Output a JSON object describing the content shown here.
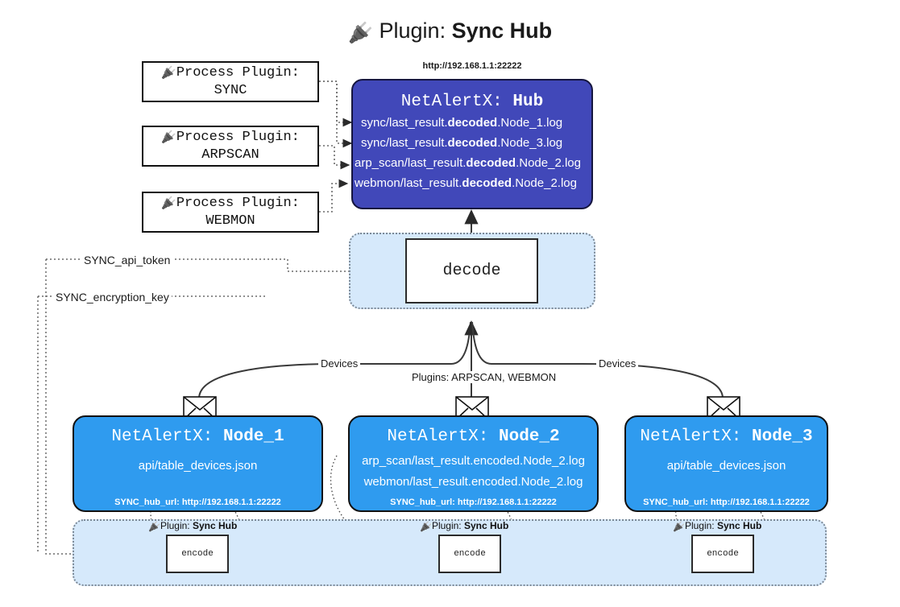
{
  "title": {
    "icon": "plug-icon",
    "prefix": "Plugin:",
    "name": "Sync Hub"
  },
  "process_plugins": [
    {
      "icon": "plug-icon",
      "header": "Process Plugin:",
      "name": "SYNC"
    },
    {
      "icon": "plug-icon",
      "header": "Process Plugin:",
      "name": "ARPSCAN"
    },
    {
      "icon": "plug-icon",
      "header": "Process Plugin:",
      "name": "WEBMON"
    }
  ],
  "hub": {
    "url": "http://192.168.1.1:22222",
    "title_prefix": "NetAlertX:",
    "title_name": "Hub",
    "logs": [
      {
        "pre": "sync/last_result.",
        "mid": "decoded",
        "post": ".Node_1.log"
      },
      {
        "pre": "sync/last_result.",
        "mid": "decoded",
        "post": ".Node_3.log"
      },
      {
        "pre": "arp_scan/last_result.",
        "mid": "decoded",
        "post": ".Node_2.log"
      },
      {
        "pre": "webmon/last_result.",
        "mid": "decoded",
        "post": ".Node_2.log"
      }
    ]
  },
  "decode": {
    "label": "decode"
  },
  "settings": {
    "api_token": "SYNC_api_token",
    "encryption_key": "SYNC_encryption_key"
  },
  "edge_labels": {
    "devices_left": "Devices",
    "devices_right": "Devices",
    "plugins_center": "Plugins: ARPSCAN, WEBMON"
  },
  "nodes": [
    {
      "title_prefix": "NetAlertX:",
      "title_name": "Node_1",
      "lines": [
        "api/table_devices.json"
      ],
      "hub_url_label": "SYNC_hub_url: http://192.168.1.1:22222",
      "mail_icon": "envelope-icon"
    },
    {
      "title_prefix": "NetAlertX:",
      "title_name": "Node_2",
      "lines": [
        "arp_scan/last_result.encoded.Node_2.log",
        "webmon/last_result.encoded.Node_2.log"
      ],
      "hub_url_label": "SYNC_hub_url: http://192.168.1.1:22222",
      "mail_icon": "envelope-icon"
    },
    {
      "title_prefix": "NetAlertX:",
      "title_name": "Node_3",
      "lines": [
        "api/table_devices.json"
      ],
      "hub_url_label": "SYNC_hub_url: http://192.168.1.1:22222",
      "mail_icon": "envelope-icon"
    }
  ],
  "encoders": [
    {
      "plugin_prefix": "Plugin:",
      "plugin_name": "Sync Hub",
      "label": "encode",
      "icon": "plug-icon"
    },
    {
      "plugin_prefix": "Plugin:",
      "plugin_name": "Sync Hub",
      "label": "encode",
      "icon": "plug-icon"
    },
    {
      "plugin_prefix": "Plugin:",
      "plugin_name": "Sync Hub",
      "label": "encode",
      "icon": "plug-icon"
    }
  ],
  "colors": {
    "hub_fill": "#4148b9",
    "node_fill": "#2f9bef",
    "container_fill": "#d6e9fb",
    "line": "#3a3a3a",
    "dotted": "#6a6a6a"
  }
}
